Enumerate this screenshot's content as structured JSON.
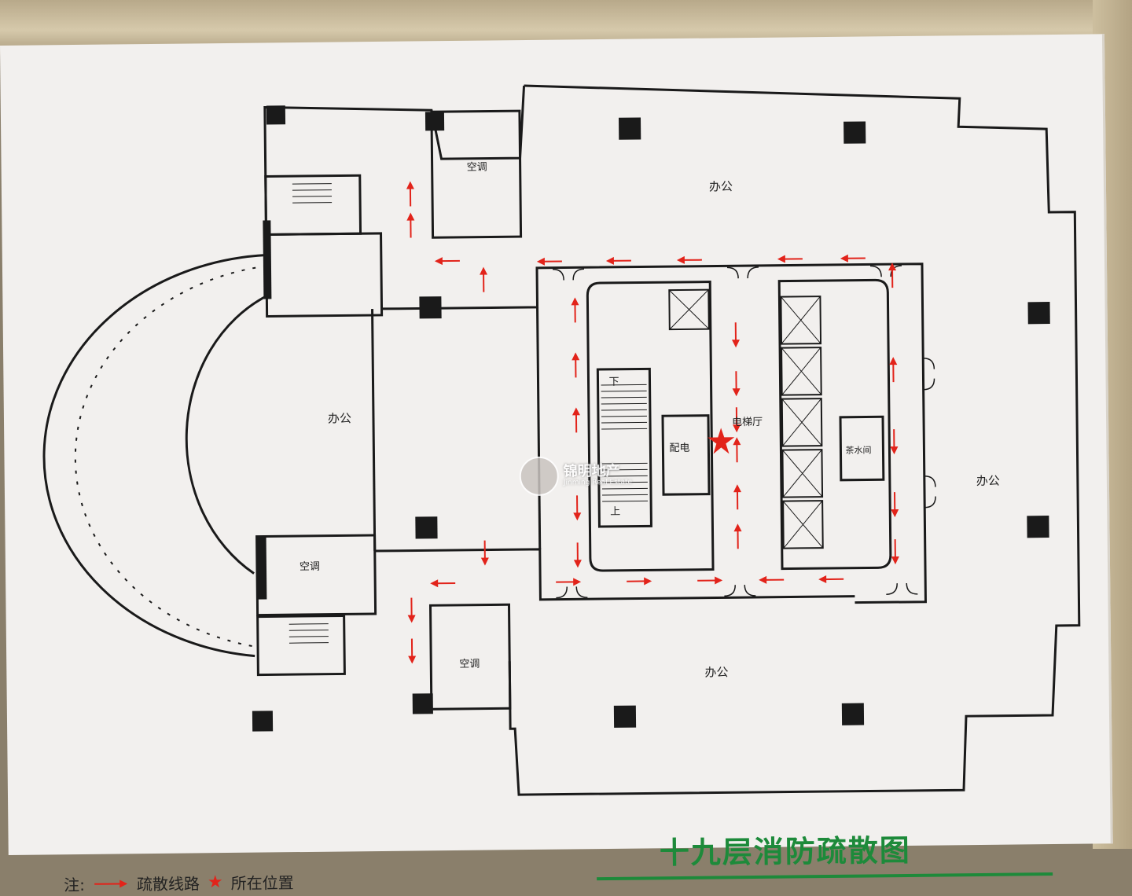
{
  "title": "十九层消防疏散图",
  "legend": {
    "note_label": "注:",
    "route_label": "疏散线路",
    "location_label": "所在位置"
  },
  "rooms": {
    "office_top": "办公",
    "office_left": "办公",
    "office_right": "办公",
    "office_bottom": "办公",
    "ac_top": "空调",
    "ac_left": "空调",
    "ac_bottom": "空调",
    "elevator_hall": "电梯厅",
    "power_room": "配电",
    "water_room": "茶水间"
  },
  "stair_labels": {
    "down": "下",
    "up": "上"
  },
  "watermark": {
    "cn": "锦明地产",
    "en": "Jinming Real Estate"
  },
  "colors": {
    "wall": "#1a1a1a",
    "arrow": "#e2231a",
    "title": "#1d8a3a",
    "board": "#f2f0ee"
  }
}
